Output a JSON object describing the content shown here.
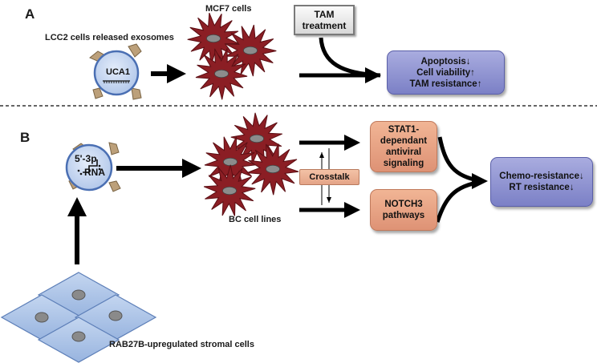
{
  "panels": {
    "a": "A",
    "b": "B"
  },
  "panel_a": {
    "exosome_caption": "LCC2 cells released exosomes",
    "exosome_cargo": "UCA1",
    "target_cells": "MCF7 cells",
    "treatment_line1": "TAM",
    "treatment_line2": "treatment",
    "outcomes": [
      "Apoptosis↓",
      "Cell viability↑",
      "TAM resistance↑"
    ]
  },
  "panel_b": {
    "exosome_cargo_line1": "5'-3p",
    "exosome_cargo_line2": "RNA",
    "target_cells": "BC cell lines",
    "crosstalk": "Crosstalk",
    "pathway_1": [
      "STAT1-",
      "dependant",
      "antiviral",
      "signaling"
    ],
    "pathway_2": [
      "NOTCH3",
      "pathways"
    ],
    "outcomes": [
      "Chemo-resistance↓",
      "RT resistance↓"
    ],
    "source_cells": "RAB27B-upregulated stromal cells"
  },
  "colors": {
    "cell_red": "#8b1e24",
    "nucleus_gray": "#8c8c8c",
    "exosome_fill": "#c8d8f0",
    "exosome_border": "#4a6fb3",
    "result_box": "#8f93d3",
    "pathway_box": "#e9a383",
    "stromal_cell": "#a9c1e4"
  }
}
